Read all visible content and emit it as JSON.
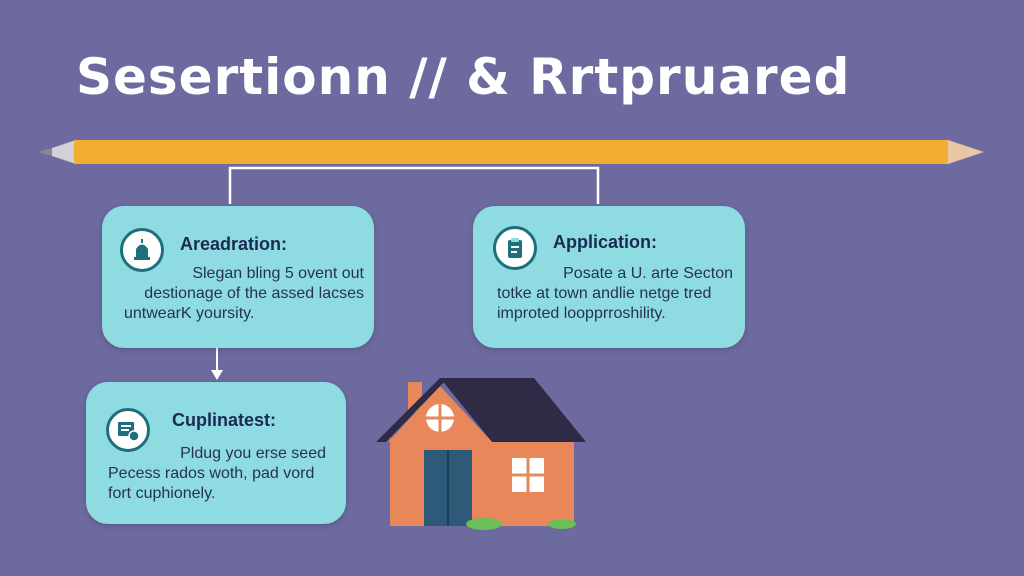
{
  "title": "Sesertionn // & Rrtpruared",
  "colors": {
    "background": "#6d6a9f",
    "timeline": "#f4ad33",
    "card": "#8fdbe2",
    "heading": "#1a2a50",
    "house_wall": "#e8875a",
    "house_roof": "#2f2a45",
    "house_door": "#2d5a78"
  },
  "cards": [
    {
      "heading": "Areadration:",
      "icon": "dome-building-icon",
      "lines": [
        "Slegan bling 5 ovent out",
        "destionage of the assed lacses",
        "untwearK yoursity."
      ]
    },
    {
      "heading": "Application:",
      "icon": "clipboard-icon",
      "lines": [
        "Posate a U. arte Secton",
        "totke at town andlie netge tred",
        "improted loopprroshility."
      ]
    },
    {
      "heading": "Cuplinatest:",
      "icon": "document-icon",
      "lines": [
        "Pldug you erse seed",
        "Pecess rados woth, pad vord",
        "fort cuphionely."
      ]
    }
  ],
  "illustration": "house-icon"
}
